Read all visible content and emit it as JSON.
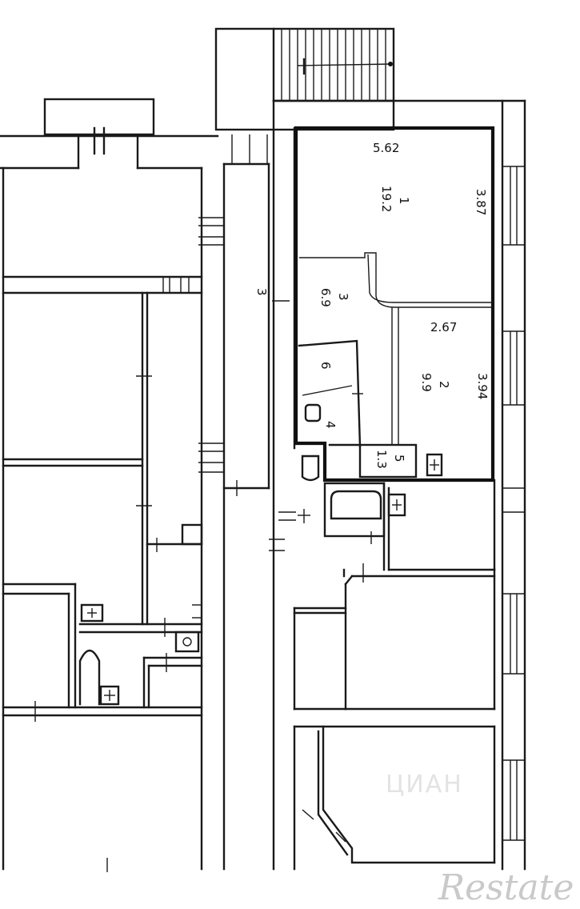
{
  "labels": {
    "room1": {
      "number": "1",
      "area": "19.2"
    },
    "room2": {
      "number": "2",
      "area": "9.9"
    },
    "room3": {
      "number": "3",
      "area": "6.9"
    },
    "room4": {
      "number": "4"
    },
    "room5": {
      "number": "5",
      "area": "1.3"
    },
    "room6": {
      "number": "6"
    },
    "dim_top": "5.62",
    "dim_right_1": "3.87",
    "dim_mid": "2.67",
    "dim_right_2": "3.94",
    "corridor_mark": "3"
  },
  "watermark": {
    "brand": "Restate",
    "faint": "ЦИАН"
  }
}
